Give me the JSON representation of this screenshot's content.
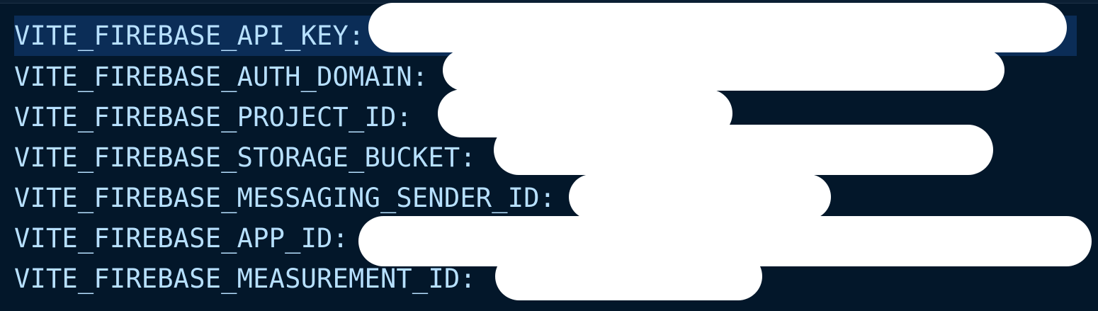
{
  "editor": {
    "background": "#03172a",
    "text_color": "#b7e0ff",
    "current_line_color": "#0b2d57",
    "redaction_color": "#ffffff",
    "lines": [
      {
        "key": "VITE_FIREBASE_API_KEY:"
      },
      {
        "key": "VITE_FIREBASE_AUTH_DOMAIN:"
      },
      {
        "key": "VITE_FIREBASE_PROJECT_ID:"
      },
      {
        "key": "VITE_FIREBASE_STORAGE_BUCKET:"
      },
      {
        "key": "VITE_FIREBASE_MESSAGING_SENDER_ID:"
      },
      {
        "key": "VITE_FIREBASE_APP_ID:"
      },
      {
        "key": "VITE_FIREBASE_MEASUREMENT_ID:"
      }
    ]
  }
}
